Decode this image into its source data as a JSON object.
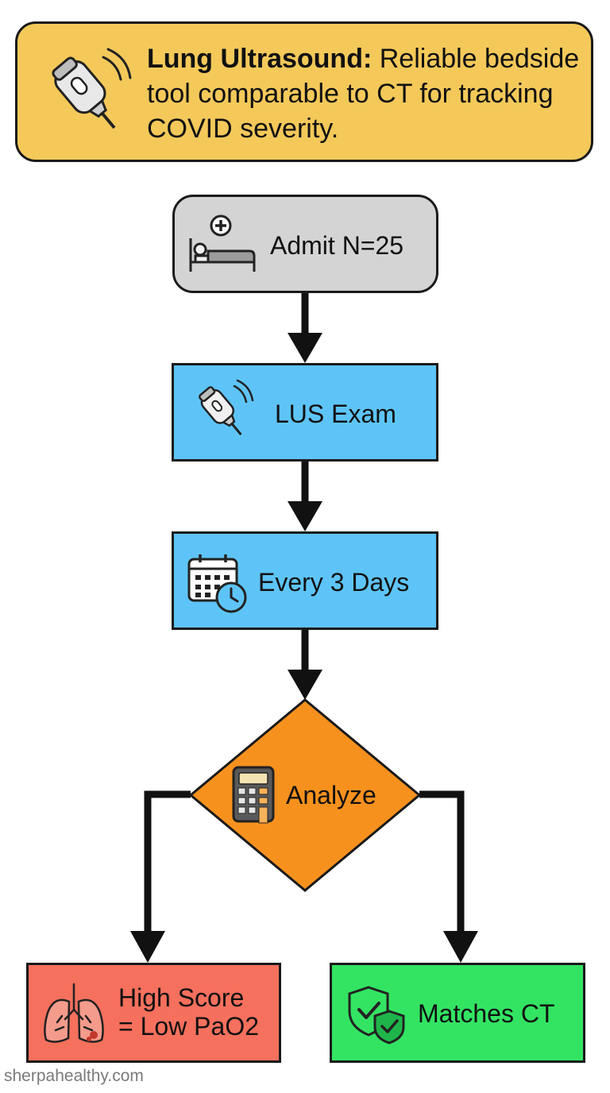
{
  "banner": {
    "title_bold": "Lung Ultrasound:",
    "title_rest": " Reliable bedside tool comparable to CT for tracking COVID severity."
  },
  "steps": {
    "admit": "Admit N=25",
    "lus": "LUS Exam",
    "every": "Every 3 Days",
    "analyze": "Analyze"
  },
  "outcomes": {
    "high_line1": "High Score",
    "high_line2": "= Low PaO2",
    "matches": "Matches CT"
  },
  "icons": {
    "banner": "ultrasound-probe-icon",
    "admit": "hospital-bed-icon",
    "lus": "ultrasound-probe-icon",
    "every": "calendar-clock-icon",
    "analyze": "calculator-icon",
    "high": "lungs-icon",
    "matches": "shield-check-icon"
  },
  "colors": {
    "banner": "#f4c95a",
    "admit": "#d4d4d4",
    "process": "#5ec4f7",
    "decision": "#f7911e",
    "high": "#f5705d",
    "matches": "#33e463"
  },
  "watermark": "sherpahealthy.com"
}
